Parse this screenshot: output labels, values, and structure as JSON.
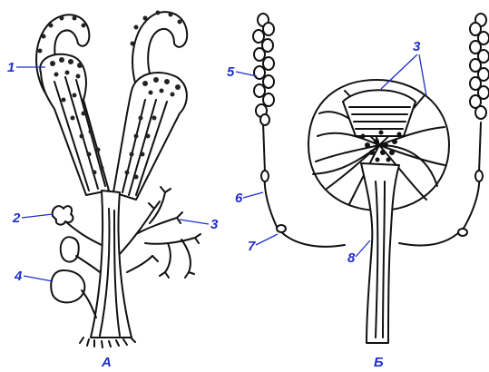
{
  "figure": {
    "panel_a": {
      "caption": "А",
      "labels": [
        {
          "key": "l1",
          "text": "1"
        },
        {
          "key": "l2",
          "text": "2"
        },
        {
          "key": "l3",
          "text": "3"
        },
        {
          "key": "l4",
          "text": "4"
        }
      ]
    },
    "panel_b": {
      "caption": "Б",
      "labels": [
        {
          "key": "l3",
          "text": "3"
        },
        {
          "key": "l5",
          "text": "5"
        },
        {
          "key": "l6",
          "text": "6"
        },
        {
          "key": "l7",
          "text": "7"
        },
        {
          "key": "l8",
          "text": "8"
        }
      ]
    },
    "colors": {
      "label": "#1e2fc8",
      "ink": "#111111"
    }
  }
}
